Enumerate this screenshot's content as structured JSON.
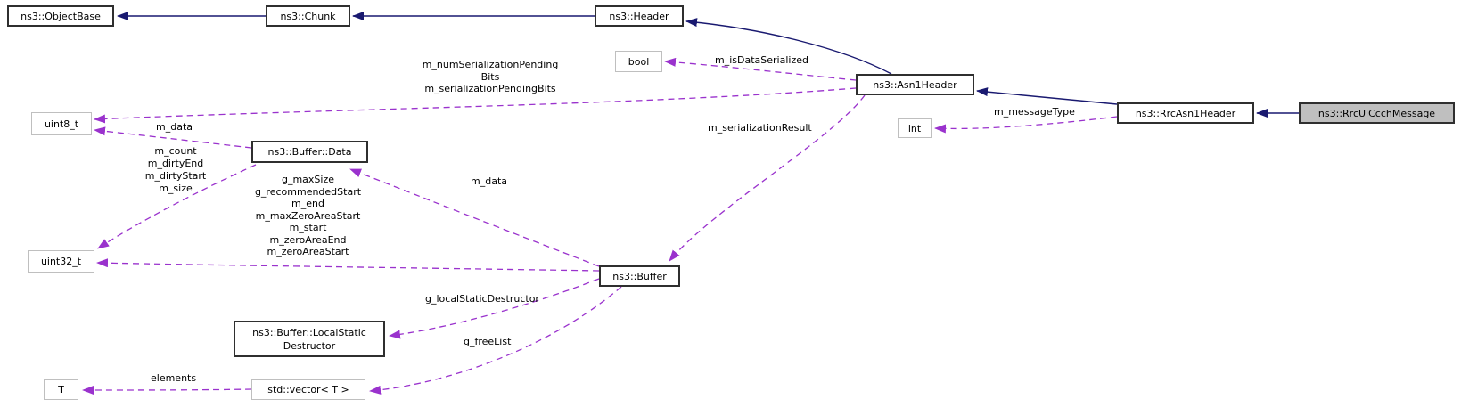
{
  "nodes": {
    "objectbase": {
      "label": "ns3::ObjectBase"
    },
    "chunk": {
      "label": "ns3::Chunk"
    },
    "header": {
      "label": "ns3::Header"
    },
    "bool": {
      "label": "bool"
    },
    "asn1header": {
      "label": "ns3::Asn1Header"
    },
    "int": {
      "label": "int"
    },
    "rrcasn1header": {
      "label": "ns3::RrcAsn1Header"
    },
    "rrculccchmessage": {
      "label": "ns3::RrcUlCcchMessage"
    },
    "uint8": {
      "label": "uint8_t"
    },
    "bufferdata": {
      "label": "ns3::Buffer::Data"
    },
    "uint32": {
      "label": "uint32_t"
    },
    "buffer": {
      "label": "ns3::Buffer"
    },
    "localstaticdestructor": {
      "lines": [
        "ns3::Buffer::LocalStatic",
        "Destructor"
      ]
    },
    "vector": {
      "label": "std::vector< T >"
    },
    "t": {
      "label": "T"
    }
  },
  "edge_labels": {
    "pending_bits": [
      "m_numSerializationPending",
      "Bits",
      "m_serializationPendingBits"
    ],
    "is_data_serialized": "m_isDataSerialized",
    "serialization_result": "m_serializationResult",
    "message_type": "m_messageType",
    "data_top": "m_data",
    "bufferdata_members": [
      "m_count",
      "m_dirtyEnd",
      "m_dirtyStart",
      "m_size"
    ],
    "buffer_members": [
      "g_maxSize",
      "g_recommendedStart",
      "m_end",
      "m_maxZeroAreaStart",
      "m_start",
      "m_zeroAreaEnd",
      "m_zeroAreaStart"
    ],
    "data_mid": "m_data",
    "local_static_destructor": "g_localStaticDestructor",
    "free_list": "g_freeList",
    "elements": "elements"
  },
  "colors": {
    "inheritance_line": "#191970",
    "usage_line": "#9a32cd",
    "node_border": "#2f2f2f",
    "gray_node_border": "#bfbfbf",
    "highlight_fill": "#bfbfbf",
    "background": "#ffffff"
  }
}
